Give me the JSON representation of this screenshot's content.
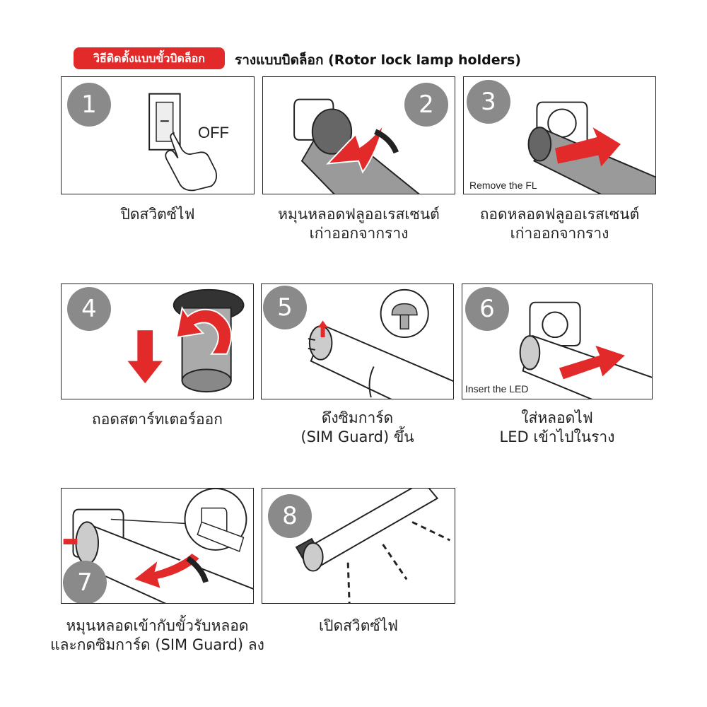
{
  "header": {
    "badge": "วิธีติดตั้งแบบขั้วบิดล็อก",
    "title": "รางแบบบิดล็อก (Rotor lock lamp holders)"
  },
  "steps": [
    {
      "number": "1",
      "panel_text": "OFF",
      "caption": [
        "ปิดสวิตซ์ไฟ"
      ]
    },
    {
      "number": "2",
      "panel_text": "",
      "caption": [
        "หมุนหลอดฟลูออเรสเซนต์",
        "เก่าออกจากราง"
      ]
    },
    {
      "number": "3",
      "panel_text": "Remove the FL",
      "caption": [
        "ถอดหลอดฟลูออเรสเซนต์",
        "เก่าออกจากราง"
      ]
    },
    {
      "number": "4",
      "panel_text": "",
      "caption": [
        "ถอดสตาร์ทเตอร์ออก"
      ]
    },
    {
      "number": "5",
      "panel_text": "",
      "caption": [
        "ดึงซิมการ์ด",
        "(SIM Guard) ขึ้น"
      ]
    },
    {
      "number": "6",
      "panel_text": "Insert the LED",
      "caption": [
        "ใส่หลอดไฟ",
        "LED เข้าไปในราง"
      ]
    },
    {
      "number": "7",
      "panel_text": "",
      "caption": [
        "หมุนหลอดเข้ากับขั้วรับหลอด",
        "และกดซิมการ์ด (SIM Guard) ลง"
      ]
    },
    {
      "number": "8",
      "panel_text": "",
      "caption": [
        "เปิดสวิตซ์ไฟ"
      ]
    }
  ],
  "colors": {
    "accent_red": "#e32a2a",
    "number_gray": "#8a8a8a",
    "tube_gray": "#9a9a9a"
  }
}
